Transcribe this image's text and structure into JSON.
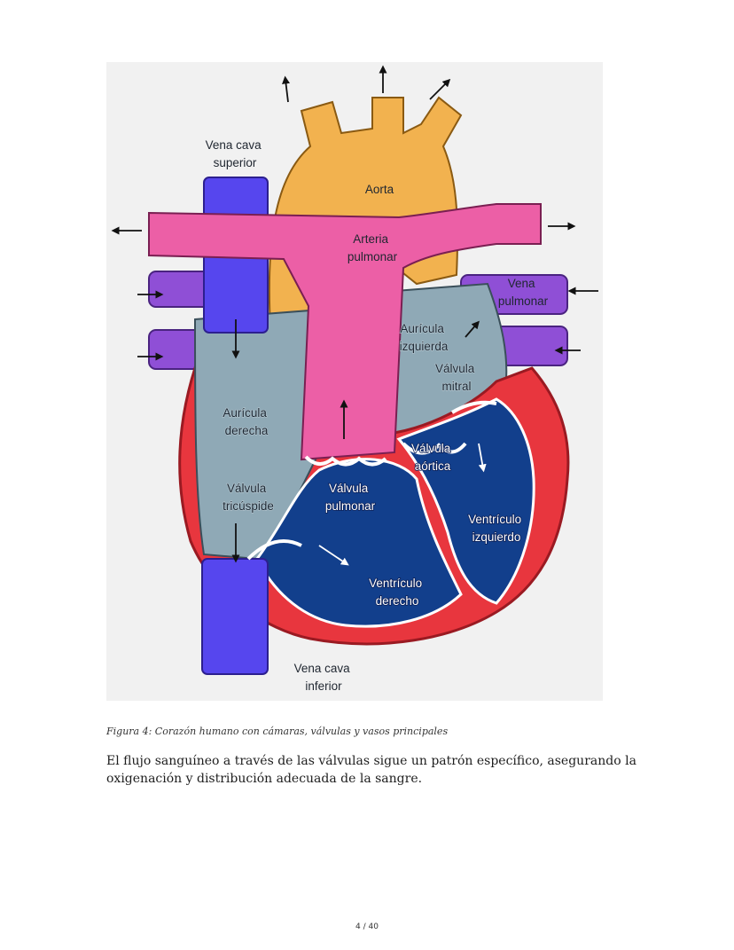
{
  "figure": {
    "labels": {
      "vena_cava_superior": [
        "Vena cava",
        "superior"
      ],
      "aorta": "Aorta",
      "arteria_pulmonar": [
        "Arteria",
        "pulmonar"
      ],
      "vena_pulmonar": [
        "Vena",
        "pulmonar"
      ],
      "auricula_izquierda": [
        "Aurícula",
        "izquierda"
      ],
      "valvula_mitral": [
        "Válvula",
        "mitral"
      ],
      "auricula_derecha": [
        "Aurícula",
        "derecha"
      ],
      "valvula_aortica": [
        "Válvula",
        "aórtica"
      ],
      "valvula_tricuspide": [
        "Válvula",
        "tricúspide"
      ],
      "valvula_pulmonar": [
        "Válvula",
        "pulmonar"
      ],
      "ventriculo_izquierdo": [
        "Ventrículo",
        "izquierdo"
      ],
      "ventriculo_derecho": [
        "Ventrículo",
        "derecho"
      ],
      "vena_cava_inferior": [
        "Vena cava",
        "inferior"
      ]
    },
    "colors": {
      "background": "#f1f1f1",
      "aorta": "#f2b24f",
      "pulmonary_artery": "#ec5fa6",
      "pulmonary_vein": "#8f4fd6",
      "vena_cava": "#5646ee",
      "atrium": "#8fa9b6",
      "ventricle": "#123f8c",
      "myocardium": "#e8363e",
      "outline": "#9a1a22"
    }
  },
  "caption": "Figura 4: Corazón humano con cámaras, válvulas y vasos principales",
  "body_text": "El flujo sanguíneo a través de las válvulas sigue un patrón específico, asegurando la oxigenación y distribución adecuada de la sangre.",
  "page_number": "4 / 40"
}
